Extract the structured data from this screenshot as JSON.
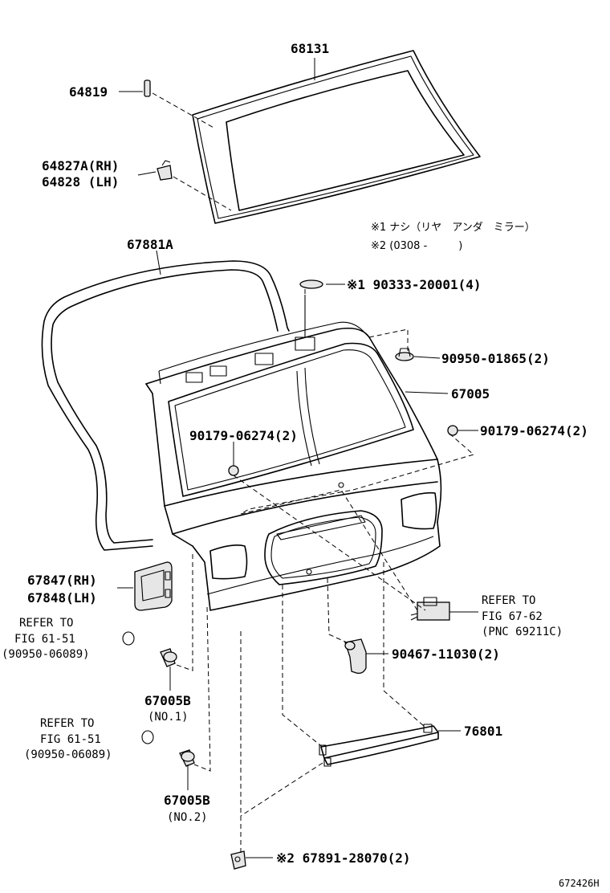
{
  "notes": {
    "note1": "※1 ナシ（リヤ　アンダ　ミラー）",
    "note2": "※2 (0308 -　　　)"
  },
  "parts": {
    "p68131": "68131",
    "p64819": "64819",
    "p64827a": "64827A(RH)",
    "p64828": "64828 (LH)",
    "p67881a": "67881A",
    "p90333": "※1 90333-20001(4)",
    "p90950_01865": "90950-01865(2)",
    "p67005": "67005",
    "p90179_left": "90179-06274(2)",
    "p90179_right": "90179-06274(2)",
    "p67847": "67847(RH)",
    "p67848": "67848(LH)",
    "ref1_line1": "REFER TO",
    "ref1_line2": "FIG 61-51",
    "ref1_line3": "(90950-06089)",
    "p67005b_1": "67005B",
    "p67005b_1_sub": "(NO.1)",
    "ref2_line1": "REFER TO",
    "ref2_line2": "FIG 61-51",
    "ref2_line3": "(90950-06089)",
    "p67005b_2": "67005B",
    "p67005b_2_sub": "(NO.2)",
    "ref3_line1": "REFER TO",
    "ref3_line2": "FIG 67-62",
    "ref3_line3": "(PNC 69211C)",
    "p90467": "90467-11030(2)",
    "p76801": "76801",
    "p67891": "※2 67891-28070(2)"
  },
  "figure_id": "672426H"
}
